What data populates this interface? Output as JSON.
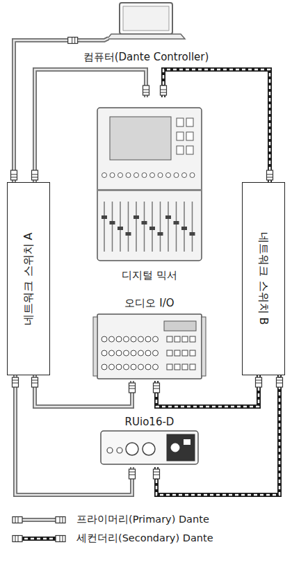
{
  "diagram": {
    "nodes": [
      {
        "text": [
          "컴퓨터(Dante Controller)"
        ]
      },
      {
        "text": [
          "디지털 믹서"
        ]
      },
      {
        "text": [
          "오디오 I/O"
        ]
      },
      {
        "text": [
          "RUio16-D"
        ]
      },
      {
        "text": [
          "네트워크 스위치 A"
        ]
      },
      {
        "text": [
          "네트워크 스위치 B"
        ]
      }
    ],
    "edges": [
      {
        "from": 0,
        "to": 4,
        "arrow": "none"
      },
      {
        "from": 1,
        "to": 4,
        "arrow": "none"
      },
      {
        "from": 1,
        "to": 5,
        "arrow": "none"
      },
      {
        "from": 2,
        "to": 4,
        "arrow": "none"
      },
      {
        "from": 2,
        "to": 5,
        "arrow": "none"
      },
      {
        "from": 3,
        "to": 4,
        "arrow": "none"
      },
      {
        "from": 3,
        "to": 5,
        "arrow": "none"
      }
    ],
    "legend": [
      {
        "text": "프라이머리(Primary) Dante"
      },
      {
        "text": "세컨더리(Secondary) Dante"
      }
    ]
  }
}
